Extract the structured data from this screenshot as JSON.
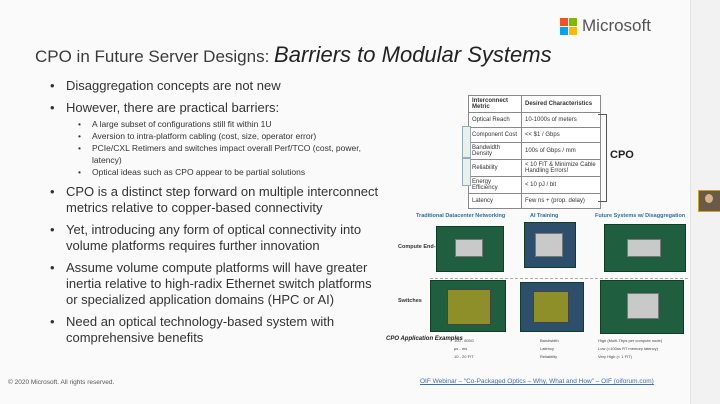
{
  "brand": {
    "name": "Microsoft",
    "colors": [
      "#f25022",
      "#7fba00",
      "#00a4ef",
      "#ffb900"
    ]
  },
  "title": {
    "prefix": "CPO in Future Server Designs:",
    "emphasis": "Barriers to Modular Systems"
  },
  "bullets": [
    {
      "text": "Disaggregation concepts are not new"
    },
    {
      "text": "However, there are practical barriers:",
      "sub": [
        "A large subset of configurations still fit within 1U",
        "Aversion to intra-platform cabling (cost, size, operator error)",
        "PCIe/CXL Retimers and switches impact overall Perf/TCO (cost, power, latency)",
        "Optical ideas such as CPO appear to be partial solutions"
      ]
    },
    {
      "text": "CPO is a distinct step forward on multiple interconnect metrics relative to copper-based connectivity"
    },
    {
      "text": "Yet, introducing any form of optical connectivity into volume platforms requires further innovation"
    },
    {
      "text": "Assume volume compute platforms will have greater inertia relative to high-radix Ethernet switch platforms or specialized application domains (HPC or AI)"
    },
    {
      "text": "Need an optical technology-based system with comprehensive benefits"
    }
  ],
  "metrics_table": {
    "headers": [
      "Interconnect Metric",
      "Desired Characteristics"
    ],
    "rows": [
      [
        "Optical Reach",
        "10-1000s of meters"
      ],
      [
        "Component Cost",
        "<< $1 / Gbps"
      ],
      [
        "Bandwidth Density",
        "100s of Gbps / mm"
      ],
      [
        "Reliability",
        "< 10 FIT & Minimize Cable Handling Errors!"
      ],
      [
        "Energy Efficiency",
        "< 10 pJ / bit"
      ],
      [
        "Latency",
        "Few ns + (prop. delay)"
      ]
    ],
    "cpo_label": "CPO"
  },
  "diagram": {
    "columns": [
      "Traditional Datacenter Networking",
      "AI Training",
      "Future Systems w/ Disaggregation"
    ],
    "rows": [
      "Compute End-Point",
      "Switches"
    ],
    "app_label": "CPO Application Examples",
    "app_values": [
      "100 - 800G",
      "Bandwidth",
      "High (Multi-Tbps per compute node)",
      "μs - ms",
      "Latency",
      "Low (<100ns RT memory latency)",
      "10 - 20 FIT",
      "Reliability",
      "Very High (< 1 FIT)"
    ]
  },
  "footer": {
    "copyright": "© 2020 Microsoft. All rights reserved.",
    "link": "OIF Webinar – “Co-Packaged Optics – Why, What and How” – OIF (oiforum.com)"
  }
}
